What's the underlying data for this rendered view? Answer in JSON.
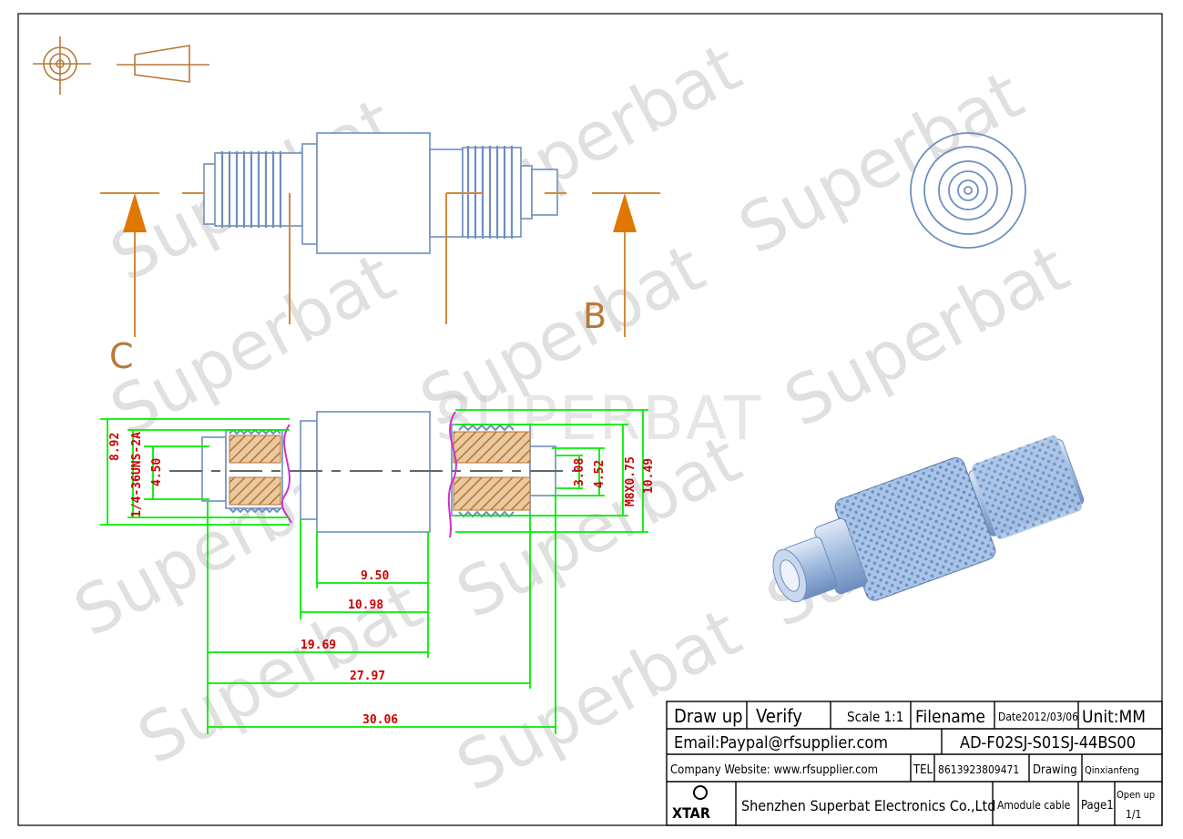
{
  "watermark": {
    "text": "Superbat",
    "banner": "SUPERBAT"
  },
  "section_marks": {
    "left": "C",
    "right": "B"
  },
  "dimensions": {
    "v_892": "8.92",
    "v_thread_left": "1/4-36UNS-2A",
    "v_450": "4.50",
    "v_308": "3.08",
    "v_452": "4.52",
    "v_thread_right": "M8X0.75",
    "v_1049": "10.49",
    "h_950": "9.50",
    "h_1098": "10.98",
    "h_1969": "19.69",
    "h_2797": "27.97",
    "h_3006": "30.06"
  },
  "title_block": {
    "draw_up": "Draw up",
    "verify": "Verify",
    "scale": "Scale 1:1",
    "filename_label": "Filename",
    "date": "Date2012/03/06",
    "unit": "Unit:MM",
    "email": "Email:Paypal@rfsupplier.com",
    "filename": "AD-F02SJ-S01SJ-44BS00",
    "website": "Company Website:  www.rfsupplier.com",
    "tel_label": "TEL",
    "tel": "8613923809471",
    "drawing_label": "Drawing",
    "drawer": "Qinxianfeng",
    "logo": "XTAR",
    "company": "Shenzhen Superbat Electronics Co.,Ltd",
    "product": "Amodule cable",
    "page": "Page1",
    "open_up": "Open up",
    "open_up_pages": "1/1"
  },
  "colors": {
    "outline": "#6d8fc0",
    "section": "#d28a3c",
    "dimension_line": "#00ee00",
    "dimension_text": "#cc0000",
    "break_line": "#cc33cc",
    "hatch": "#c08040",
    "watermark": "#c8c8c8"
  }
}
